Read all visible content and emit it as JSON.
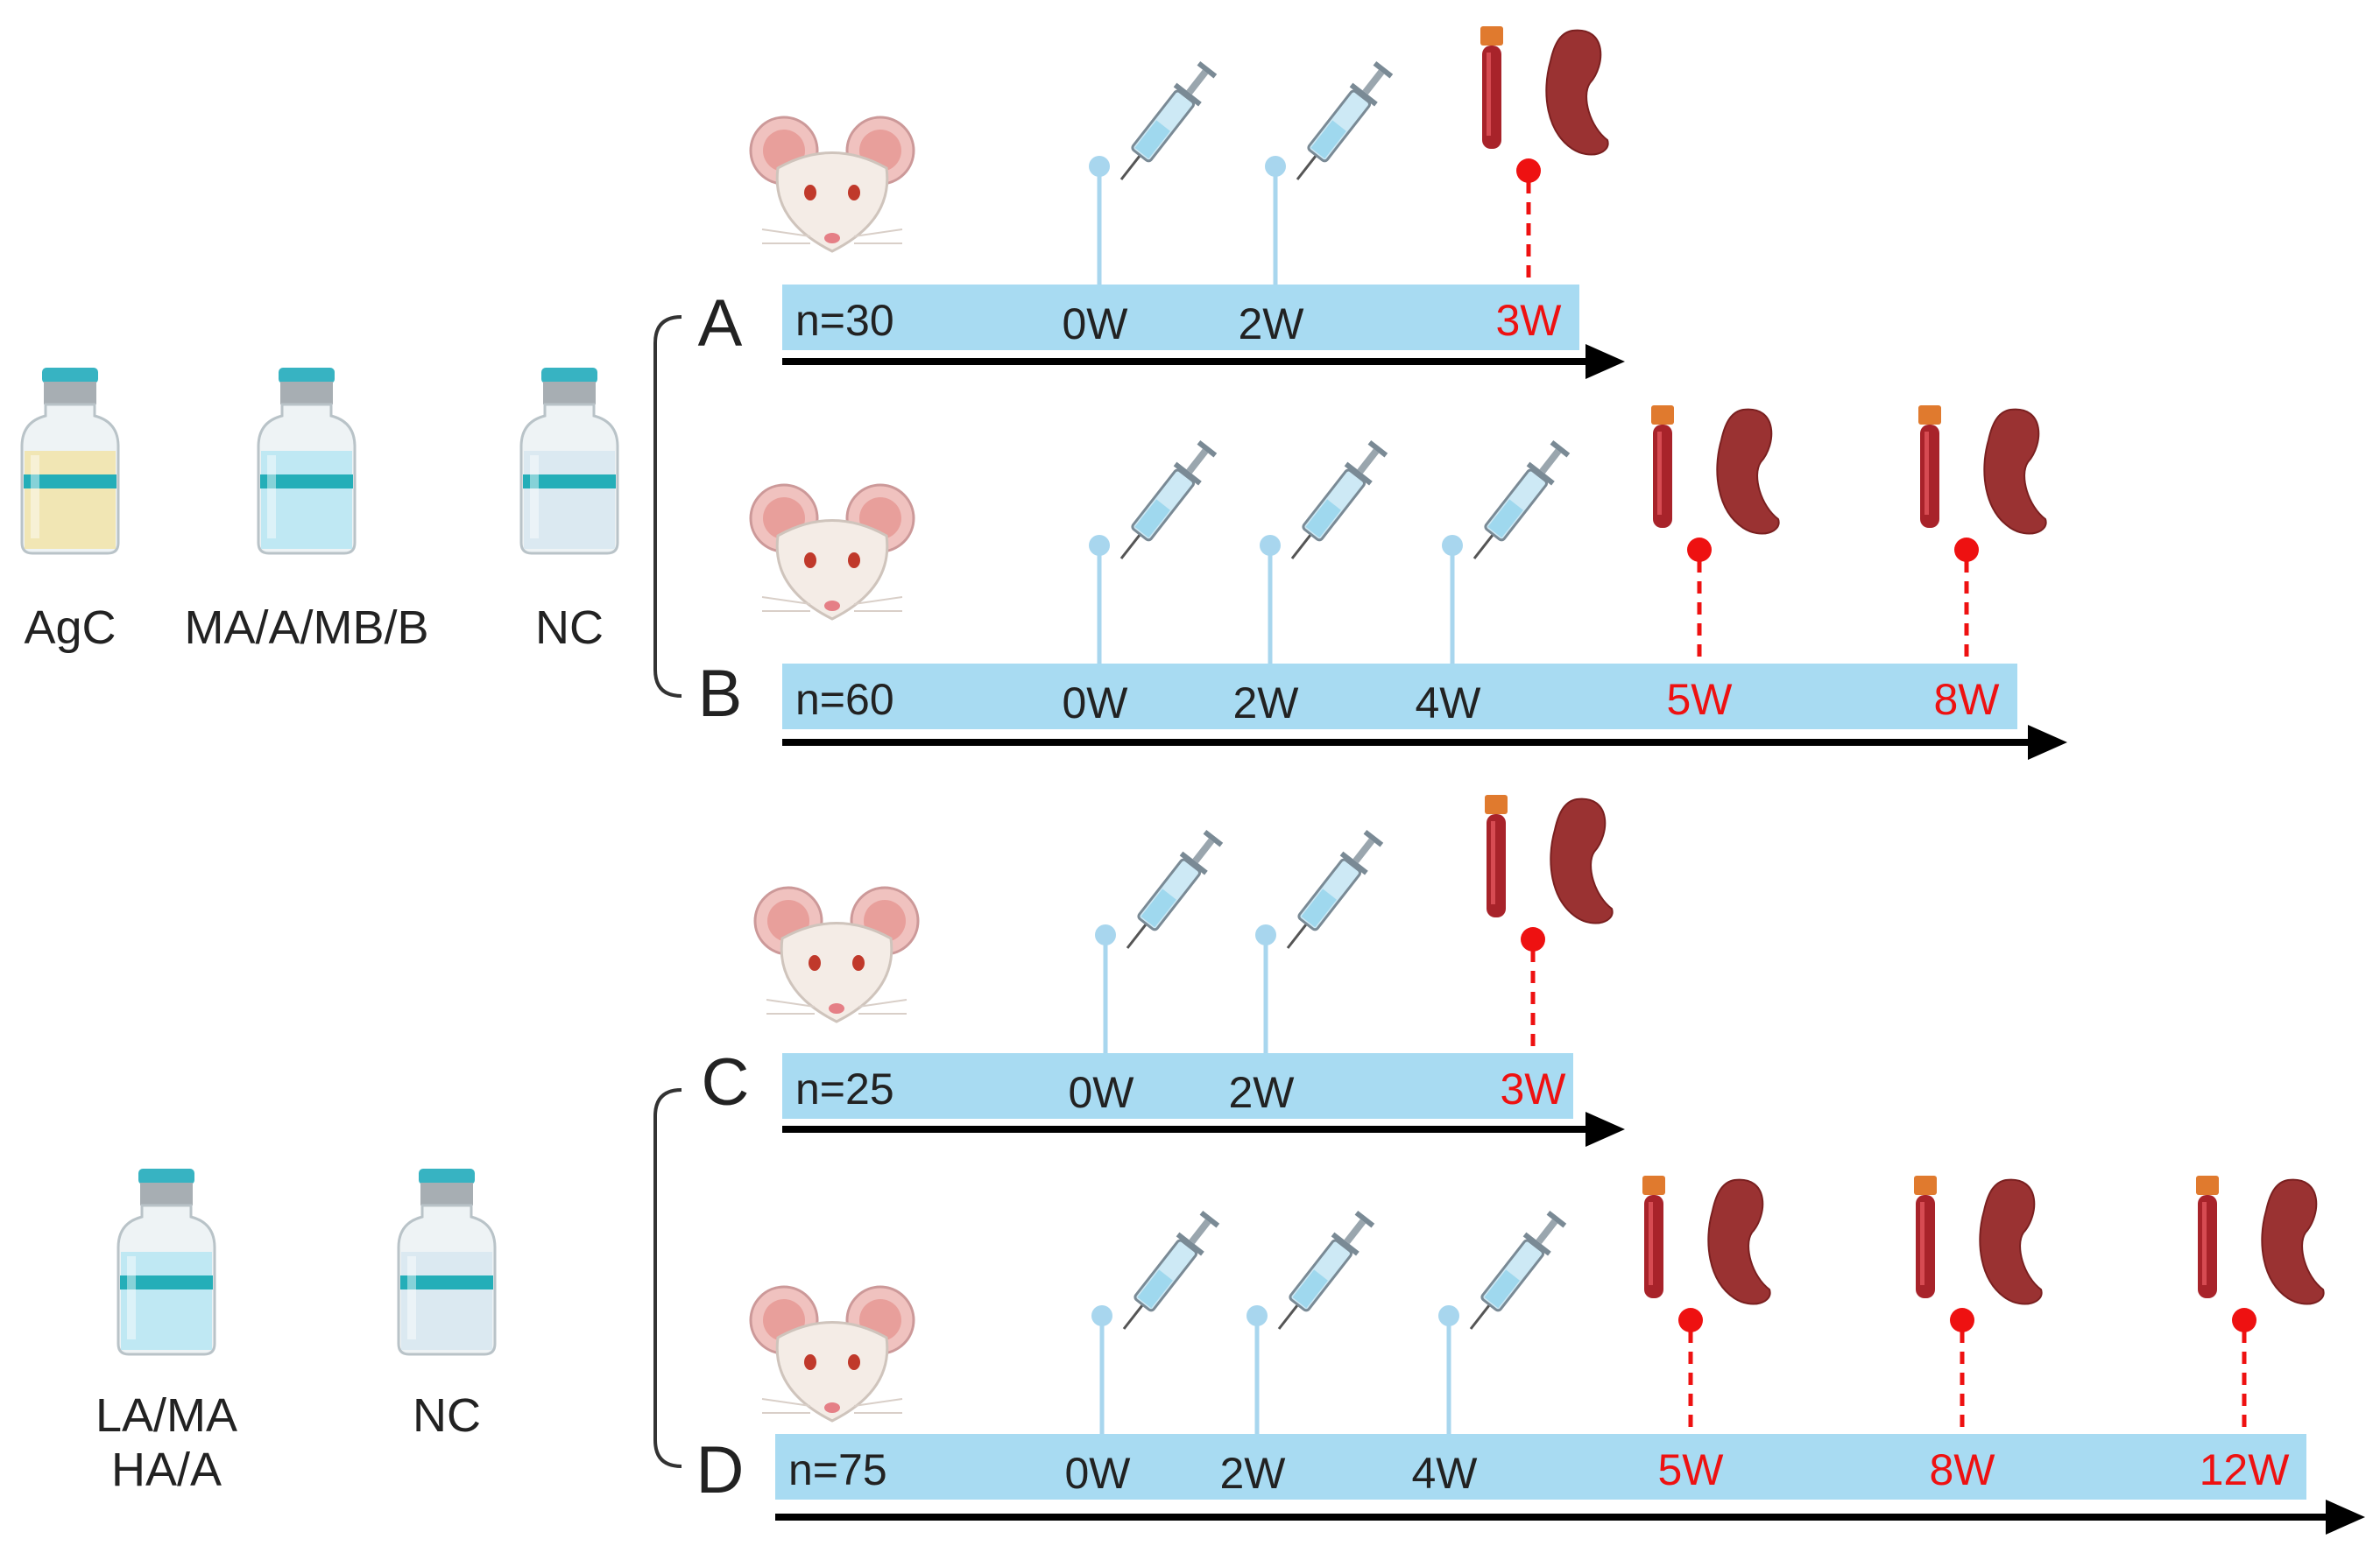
{
  "colors": {
    "bar": "#a8dbf2",
    "injection": "#a8d6ee",
    "sampling": "#ee1111",
    "sampling_text": "#ee1111",
    "arrow": "#000000",
    "text": "#222222"
  },
  "vial_groups": [
    {
      "vials": [
        {
          "label": "AgC",
          "liquid": "#f1e6b4"
        },
        {
          "label": "MA/A/MB/B",
          "liquid": "#bfe8f3"
        },
        {
          "label": "NC",
          "liquid": "#dbe9f1"
        }
      ]
    },
    {
      "vials": [
        {
          "label": "LA/MA\nHA/A",
          "liquid": "#bfe8f3"
        },
        {
          "label": "NC",
          "liquid": "#dbe9f1"
        }
      ]
    }
  ],
  "timelines": [
    {
      "id": "A",
      "n": "n=30",
      "injections": [
        "0W",
        "2W"
      ],
      "samplings": [
        "3W"
      ]
    },
    {
      "id": "B",
      "n": "n=60",
      "injections": [
        "0W",
        "2W",
        "4W"
      ],
      "samplings": [
        "5W",
        "8W"
      ]
    },
    {
      "id": "C",
      "n": "n=25",
      "injections": [
        "0W",
        "2W"
      ],
      "samplings": [
        "3W"
      ]
    },
    {
      "id": "D",
      "n": "n=75",
      "injections": [
        "0W",
        "2W",
        "4W"
      ],
      "samplings": [
        "5W",
        "8W",
        "12W"
      ]
    }
  ]
}
